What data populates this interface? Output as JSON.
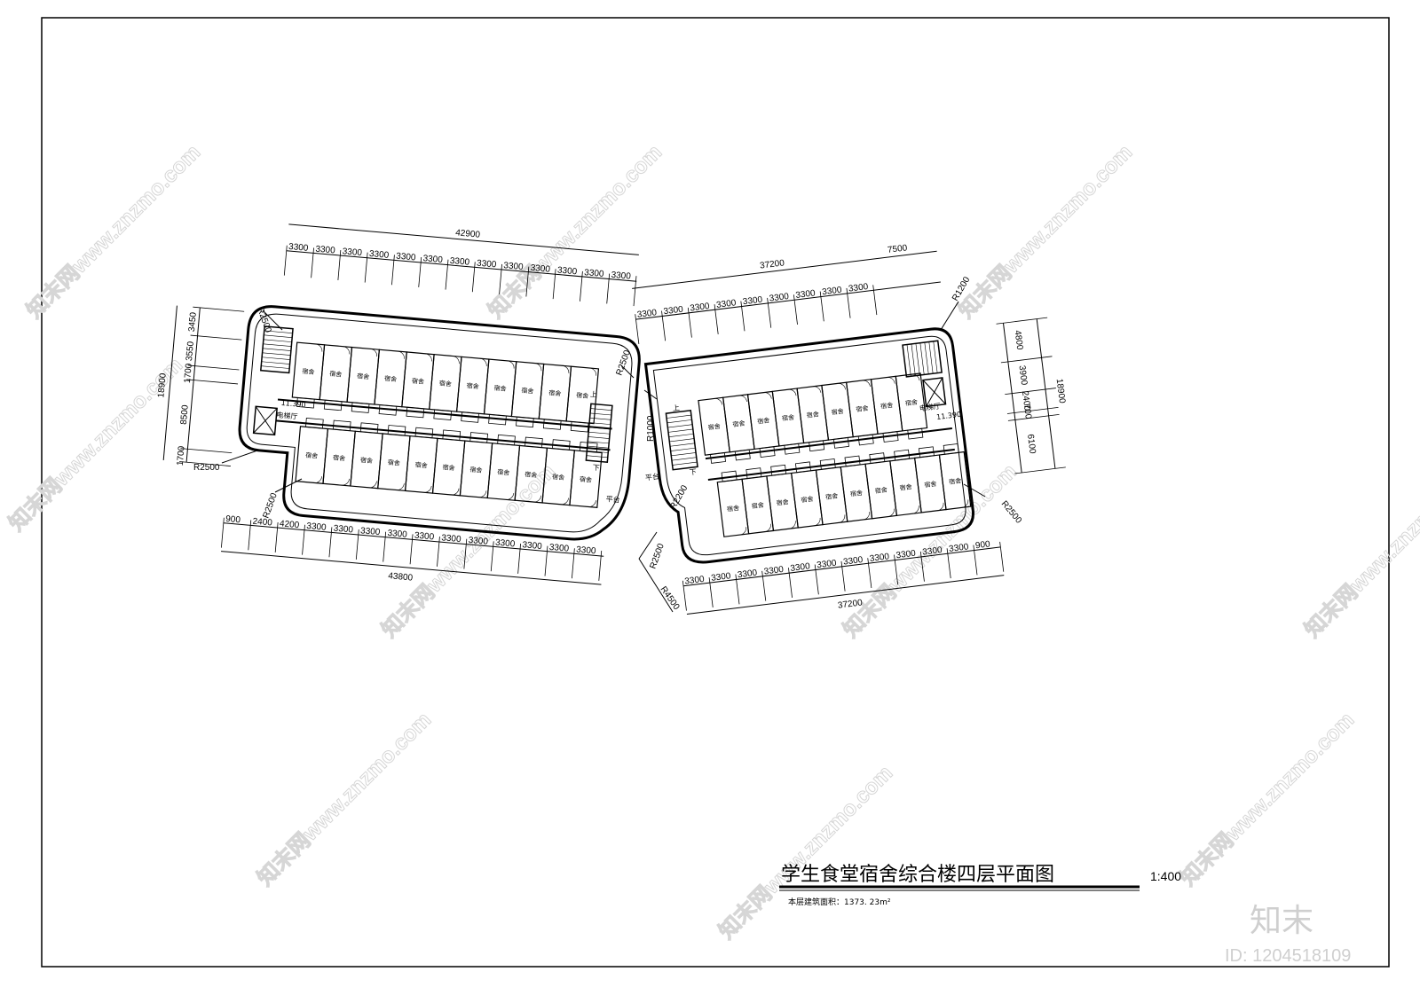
{
  "title": "学生食堂宿舍综合楼四层平面图",
  "scale": "1:400",
  "area_note": "本层建筑面积：1373. 23m²",
  "watermark": "知末网www.znzmo.com",
  "logo": "知末",
  "image_id": "ID: 1204518109",
  "room_label": "宿舍",
  "platform_label": "平台",
  "elevator_hall": "电梯厅",
  "elevation": "11.390",
  "stair_up": "上",
  "stair_down": "下",
  "dims": {
    "left_top_total": "42900",
    "left_top_bays": [
      "3300",
      "3300",
      "3300",
      "3300",
      "3300",
      "3300",
      "3300",
      "3300",
      "3300",
      "3300",
      "3300",
      "3300",
      "3300"
    ],
    "right_top_total": "37200",
    "right_top_extra": "7500",
    "right_top_bays": [
      "3300",
      "3300",
      "3300",
      "3300",
      "3300",
      "3300",
      "3300",
      "3300",
      "3300"
    ],
    "left_bottom_total": "43800",
    "left_bottom_bays": [
      "900",
      "2400",
      "4200",
      "3300",
      "3300",
      "3300",
      "3300",
      "3300",
      "3300",
      "3300",
      "3300",
      "3300",
      "3300",
      "3300"
    ],
    "right_bottom_total": "37200",
    "right_bottom_bays": [
      "3300",
      "3300",
      "3300",
      "3300",
      "3300",
      "3300",
      "3300",
      "3300",
      "3300",
      "3300",
      "3300",
      "900"
    ],
    "left_side_total": "18900",
    "left_side_parts": [
      "3450",
      "3550",
      "1700",
      "8500",
      "1700"
    ],
    "right_side_total": "18900",
    "right_side_parts": [
      "4800",
      "3900",
      "2400",
      "700",
      "6100"
    ],
    "radii": [
      "R2500",
      "R2500",
      "R2500",
      "R2500",
      "R2500",
      "R1200",
      "R2500",
      "R2500",
      "R1000",
      "R2200",
      "R4500"
    ]
  }
}
